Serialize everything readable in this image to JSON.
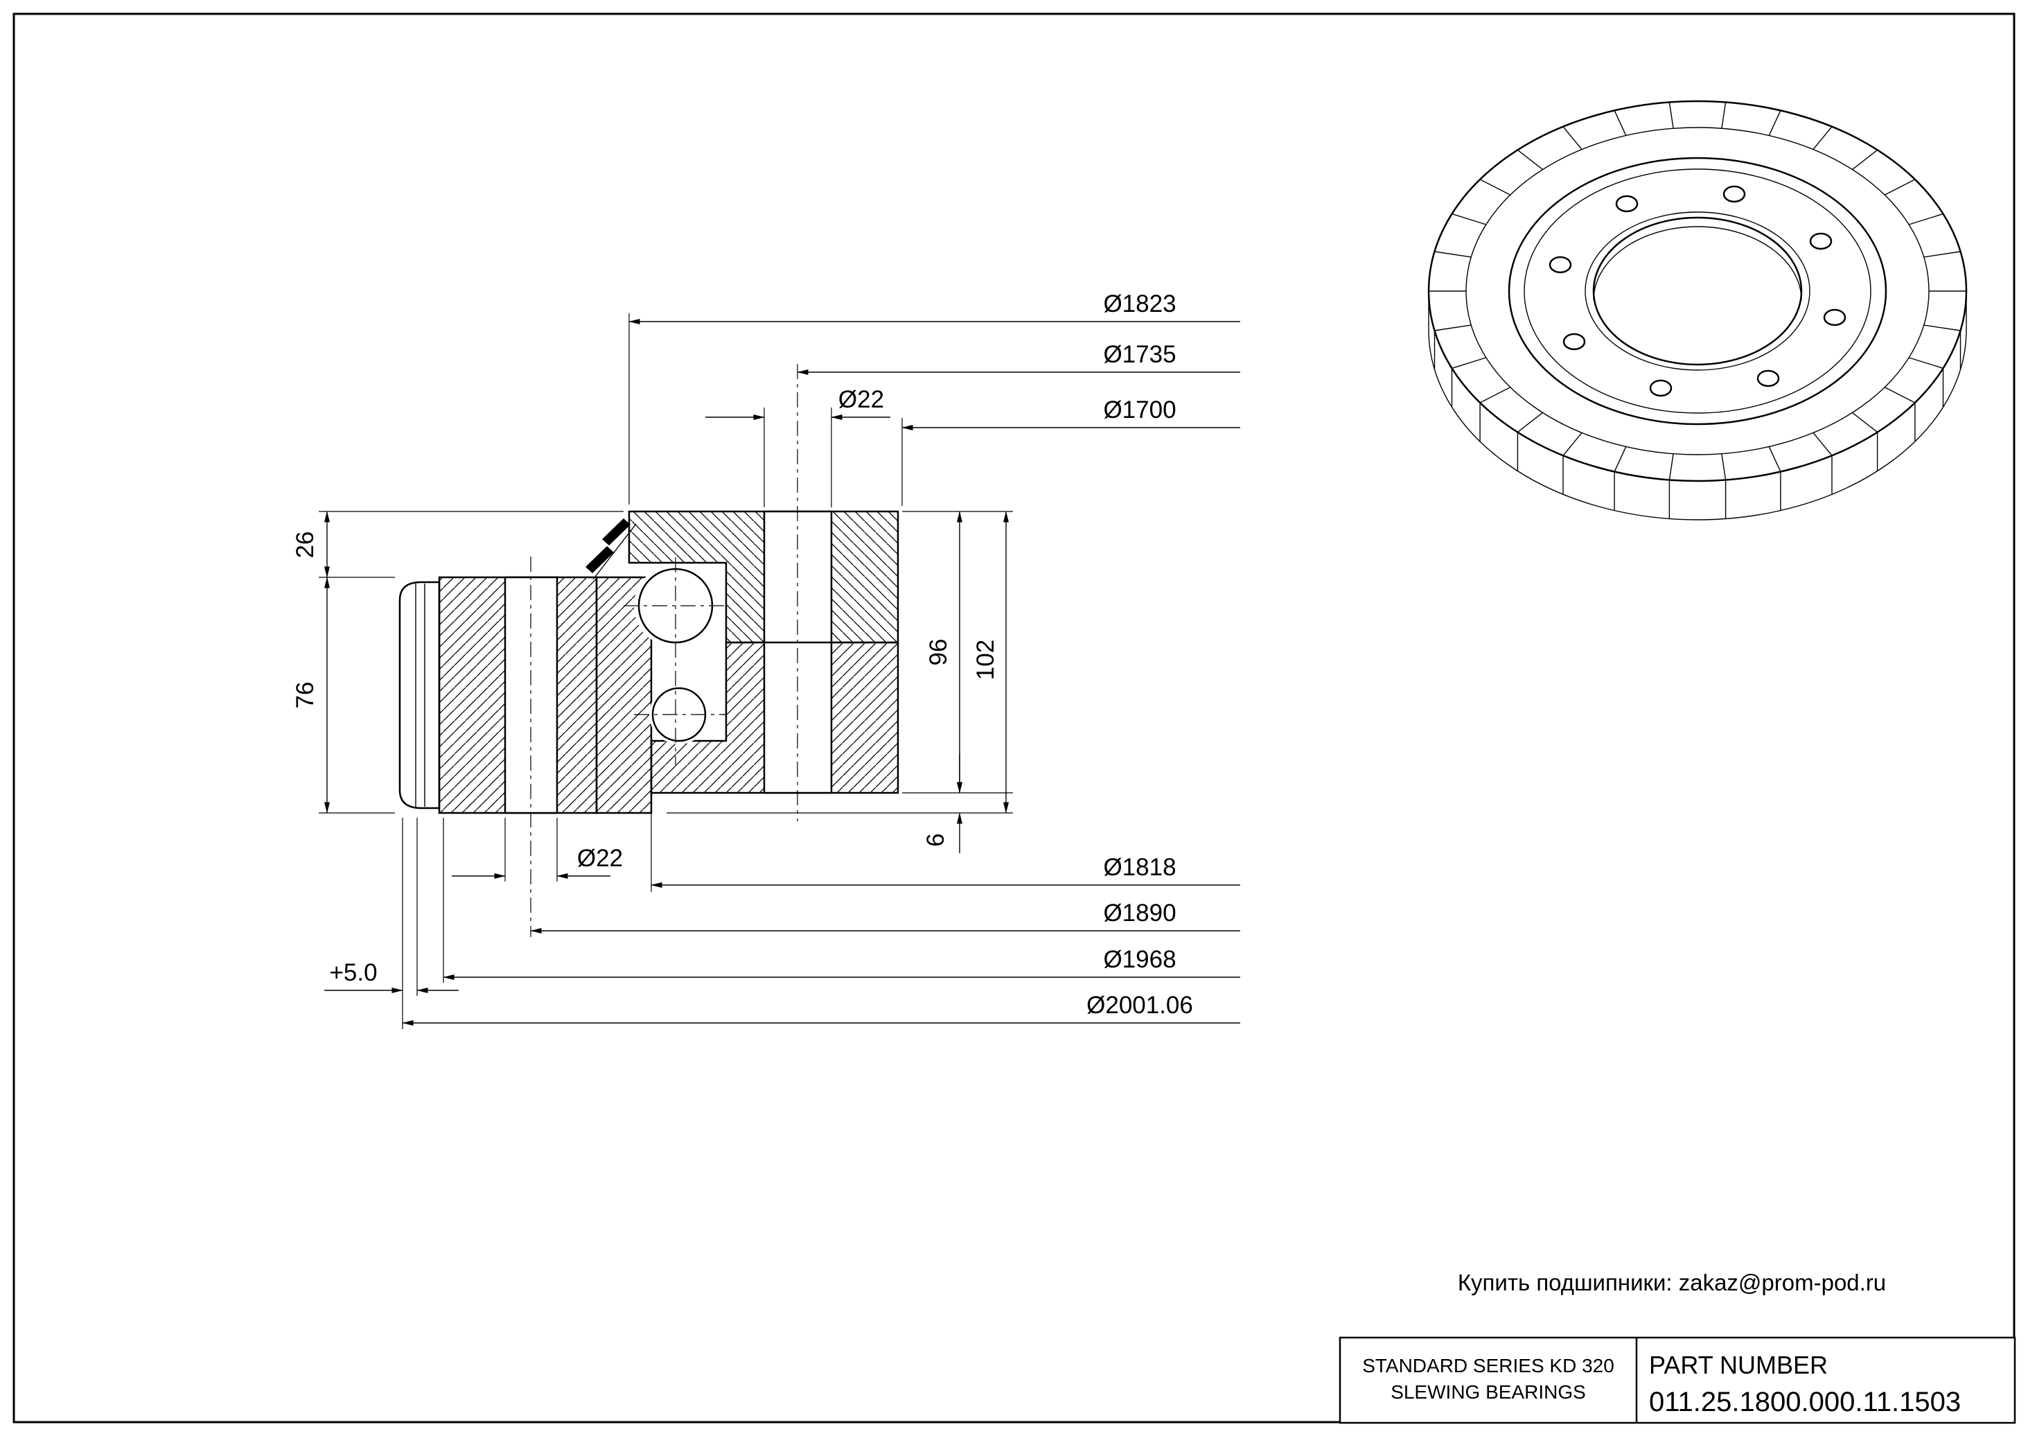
{
  "drawing": {
    "colors": {
      "ink": "#000000",
      "paper": "#ffffff"
    },
    "dim_labels": {
      "d1823": "Ø1823",
      "d1735": "Ø1735",
      "d22_outer": "Ø22",
      "d1700": "Ø1700",
      "d1818": "Ø1818",
      "d1890": "Ø1890",
      "d1968": "Ø1968",
      "d2001": "Ø2001.06",
      "d22_inner": "Ø22",
      "h26": "26",
      "h76": "76",
      "h96": "96",
      "h102": "102",
      "h6": "6",
      "shift": "+5.0"
    }
  },
  "annotation": {
    "contact": "Купить подшипники: zakaz@prom-pod.ru"
  },
  "title_block": {
    "series_line1": "STANDARD SERIES KD 320",
    "series_line2": "SLEWING BEARINGS",
    "part_label": "PART  NUMBER",
    "part_number": "011.25.1800.000.11.1503"
  }
}
